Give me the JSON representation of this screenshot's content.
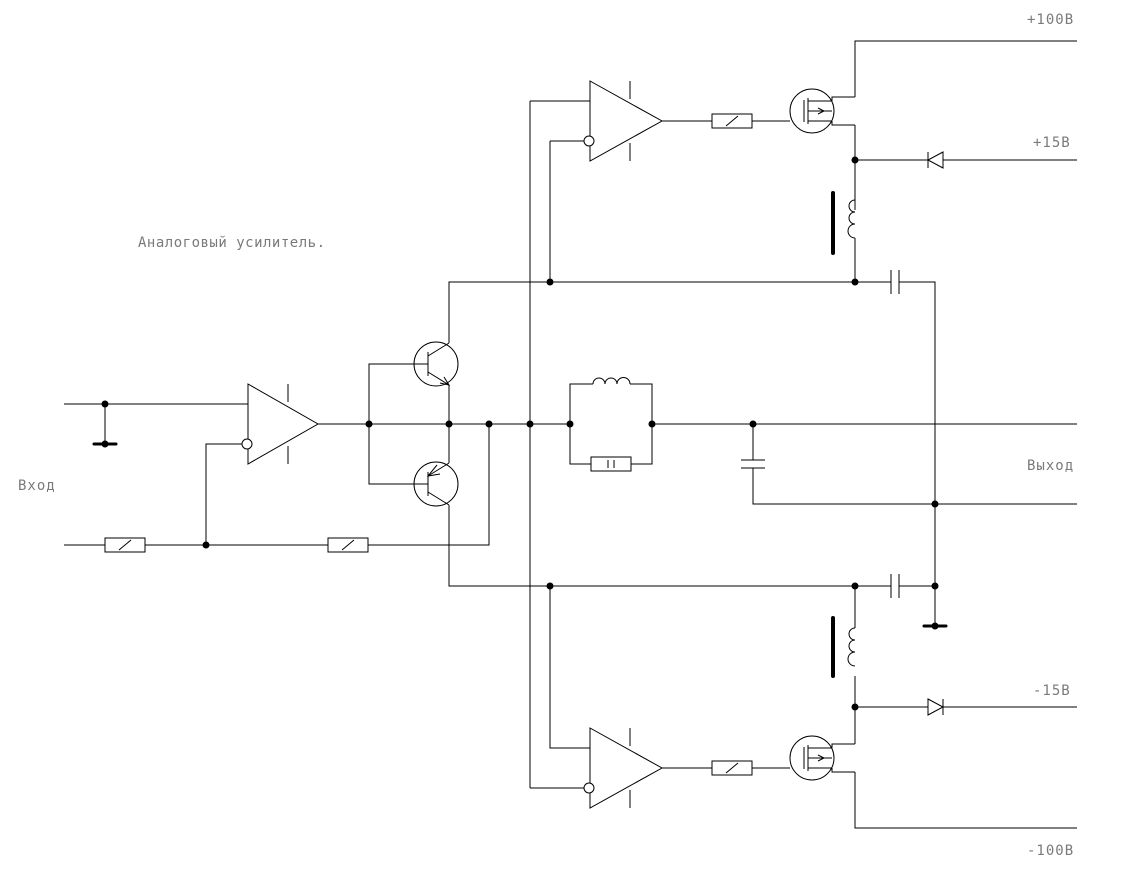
{
  "title": "Аналоговый усилитель.",
  "labels": {
    "input": "Вход",
    "output": "Выход",
    "plus_100v": "+100В",
    "plus_15v": "+15В",
    "minus_15v": "-15В",
    "minus_100v": "-100В"
  }
}
